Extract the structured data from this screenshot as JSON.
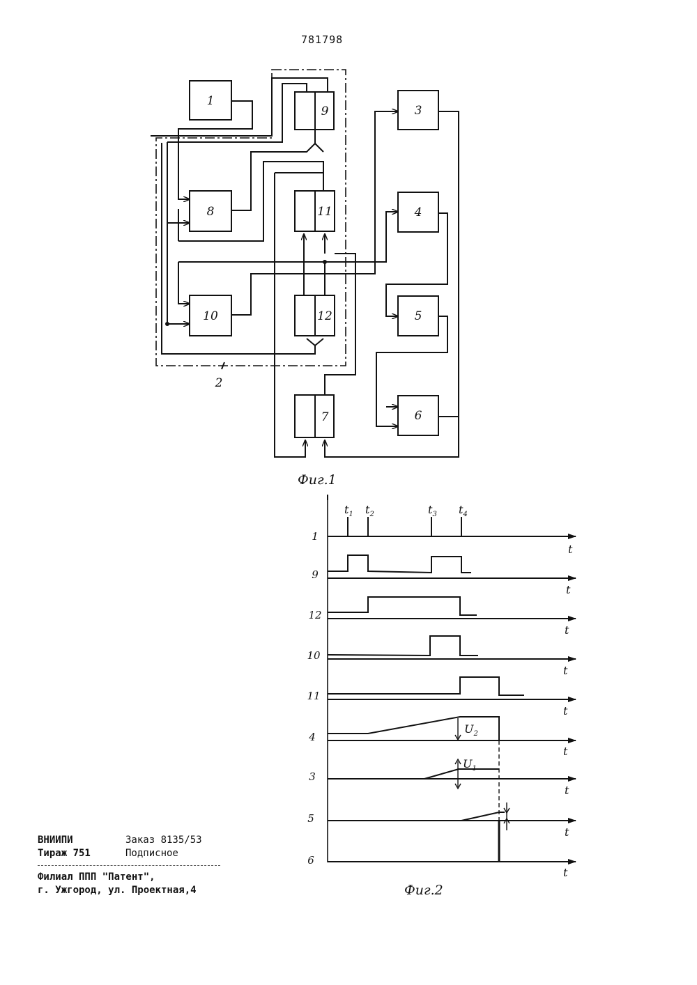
{
  "patent_number": "781798",
  "fig1": {
    "caption": "Фиг.1",
    "group_label": "2",
    "blocks": [
      {
        "id": "b1",
        "label": "1"
      },
      {
        "id": "b3",
        "label": "3"
      },
      {
        "id": "b4",
        "label": "4"
      },
      {
        "id": "b5",
        "label": "5"
      },
      {
        "id": "b6",
        "label": "6"
      },
      {
        "id": "b7",
        "label": "7"
      },
      {
        "id": "b8",
        "label": "8"
      },
      {
        "id": "b9",
        "label": "9"
      },
      {
        "id": "b10",
        "label": "10"
      },
      {
        "id": "b11",
        "label": "11"
      },
      {
        "id": "b12",
        "label": "12"
      }
    ]
  },
  "fig2": {
    "caption": "Фиг.2",
    "time_axis_label": "t",
    "time_marks": [
      {
        "name": "t1",
        "base": "t",
        "sub": "1"
      },
      {
        "name": "t2",
        "base": "t",
        "sub": "2"
      },
      {
        "name": "t3",
        "base": "t",
        "sub": "3"
      },
      {
        "name": "t4",
        "base": "t",
        "sub": "4"
      }
    ],
    "signal_labels": [
      "1",
      "9",
      "12",
      "10",
      "11",
      "4",
      "3",
      "5",
      "6"
    ],
    "voltage_labels": [
      {
        "base": "U",
        "sub": "2"
      },
      {
        "base": "U",
        "sub": "1"
      }
    ]
  },
  "imprint": {
    "org": "ВНИИПИ",
    "order": "Заказ 8135/53",
    "circulation": "Тираж 751",
    "subscription": "Подписное",
    "branch": "Филиал ППП \"Патент\",",
    "address": "г. Ужгород, ул. Проектная,4"
  }
}
